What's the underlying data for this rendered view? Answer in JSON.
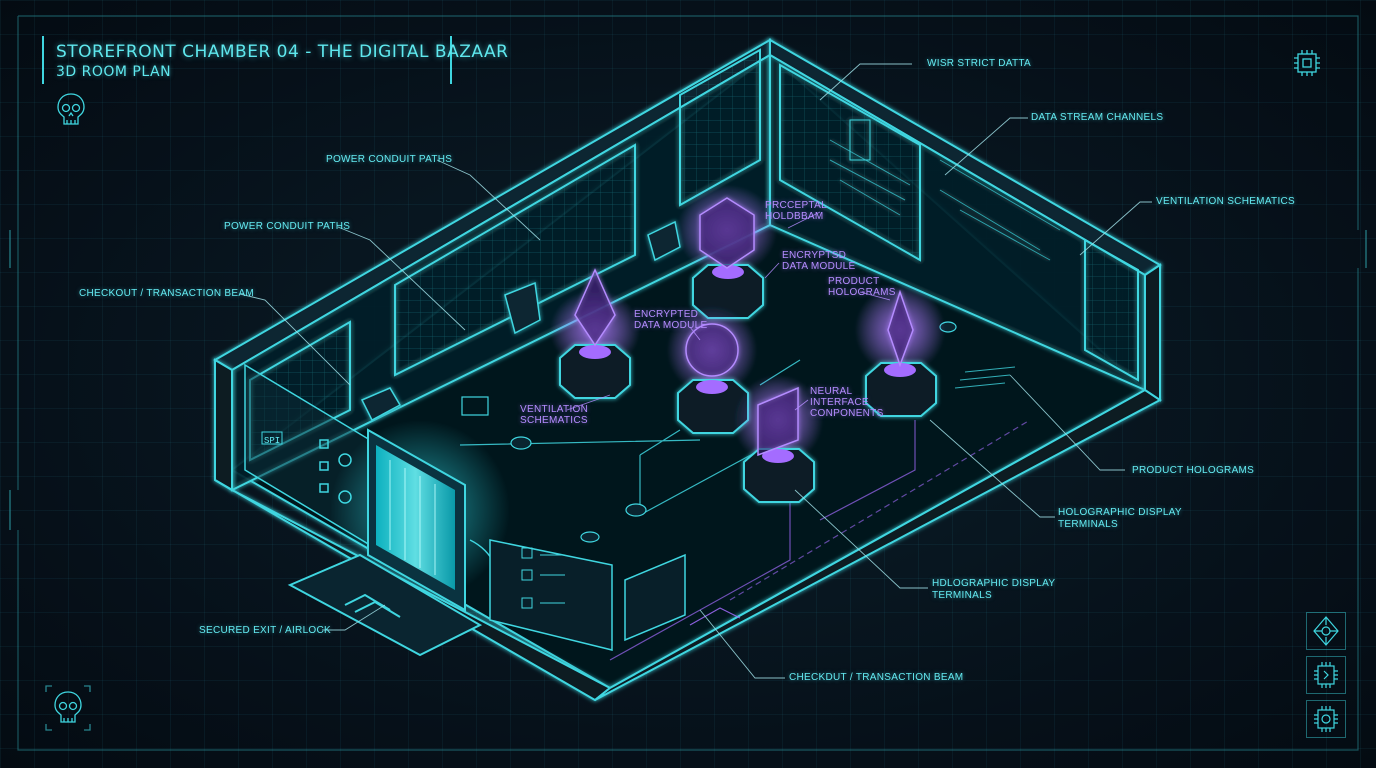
{
  "title": {
    "main": "STOREFRONT CHAMBER 04 - THE DIGITAL BAZAAR",
    "sub": "3D ROOM PLAN"
  },
  "labels": {
    "wisr_strict_data": "WISR STRICT DATTA",
    "data_stream_channels": "DATA STREAM CHANNELS",
    "ventilation_schematics_right": "VENTILATION SCHEMATICS",
    "power_conduit_paths_1": "POWER CONDUIT PATHS",
    "power_conduit_paths_2": "POWER CONDUIT PATHS",
    "checkout_beam_left": "CHECKOUT / TRANSACTION BEAM",
    "perceptual_holobeam": "PRCCEPTAL\nHOLDBBAM",
    "encrypted_data_module_top": "ENCRYPTSD\nDATA MODULE",
    "product_holograms_inner": "PRODUCT\nHOLOGRAMS",
    "encrypted_data_module_mid": "ENCRYPTED\nDATA MODULE",
    "ventilation_schematics_inner": "VENTILATION\nSCHEMATICS",
    "neural_interface": "NEURAL\nINTERFACE\nCONPONENTS",
    "product_holograms_right": "PRODUCT HOLOGRAMS",
    "holo_terminals_1": "HOLOGRAPHIC DISPLAY\nTERMINALS",
    "holo_terminals_2": "HDLOGRAPHIC DISPLAY\nTERMINALS",
    "secured_exit": "SECURED EXIT / AIRLOCK",
    "checkout_beam_bottom": "CHECKDUT / TRANSACTION BEAM",
    "panel_mark": "SPI"
  },
  "icons": {
    "top_left": "skull-icon",
    "top_right": "chip-icon",
    "bottom_left": "skull-icon",
    "bottom_right_1": "circuit-diamond-icon",
    "bottom_right_2": "chip-icon",
    "bottom_right_3": "chip-icon"
  },
  "colors": {
    "cyan": "#3fd6e0",
    "violet": "#a46cff",
    "background": "#06121a"
  }
}
